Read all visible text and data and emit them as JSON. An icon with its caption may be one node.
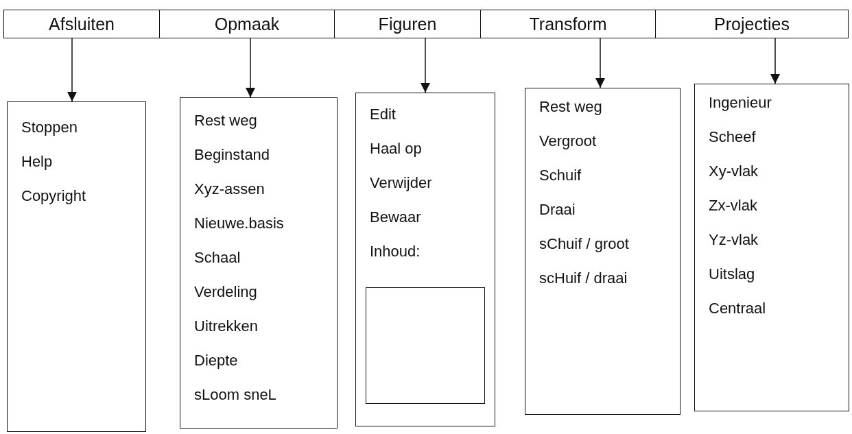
{
  "diagram": {
    "nodes": [
      {
        "text": [
          "Afsluiten"
        ]
      },
      {
        "text": [
          "Opmaak"
        ]
      },
      {
        "text": [
          "Figuren"
        ]
      },
      {
        "text": [
          "Transform"
        ]
      },
      {
        "text": [
          "Projecties"
        ]
      },
      {
        "text": [
          "Stoppen",
          "Help",
          "Copyright"
        ]
      },
      {
        "text": [
          "Rest weg",
          "Beginstand",
          "Xyz-assen",
          "Nieuwe.basis",
          "Schaal",
          "Verdeling",
          "Uitrekken",
          "Diepte",
          "sLoom sneL"
        ]
      },
      {
        "text": [
          "Edit",
          "Haal op",
          "Verwijder",
          "Bewaar",
          "Inhoud:"
        ]
      },
      {
        "text": [],
        "shape": "box",
        "in": 7
      },
      {
        "text": [
          "Rest weg",
          "Vergroot",
          "Schuif",
          "Draai",
          "sChuif / groot",
          "scHuif / draai"
        ]
      },
      {
        "text": [
          "Ingenieur",
          "Scheef",
          "Xy-vlak",
          "Zx-vlak",
          "Yz-vlak",
          "Uitslag",
          "Centraal"
        ]
      }
    ],
    "edges": [
      {
        "from": 0,
        "to": 5,
        "arrow": "to"
      },
      {
        "from": 1,
        "to": 6,
        "arrow": "to"
      },
      {
        "from": 2,
        "to": 7,
        "arrow": "to"
      },
      {
        "from": 3,
        "to": 9,
        "arrow": "to"
      },
      {
        "from": 4,
        "to": 10,
        "arrow": "to"
      }
    ]
  }
}
